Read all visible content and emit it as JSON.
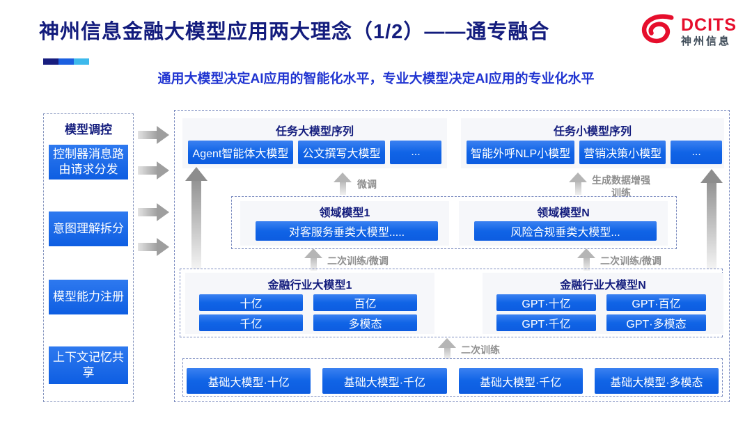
{
  "header": {
    "title": "神州信息金融大模型应用两大理念（1/2）——通专融合",
    "subtitle": "通用大模型决定AI应用的智能化水平，专业大模型决定AI应用的专业化水平",
    "logo": {
      "brand": "DCITS",
      "brand_cn": "神州信息"
    }
  },
  "sidebar": {
    "title": "模型调控",
    "items": [
      "控制器消息路由请求分发",
      "意图理解拆分",
      "模型能力注册",
      "上下文记忆共享"
    ]
  },
  "flow": {
    "task_large": {
      "title": "任务大模型序列",
      "items": [
        "Agent智能体大模型",
        "公文撰写大模型",
        "..."
      ]
    },
    "task_small": {
      "title": "任务小模型序列",
      "items": [
        "智能外呼NLP小模型",
        "营销决策小模型",
        "..."
      ]
    },
    "labels": {
      "finetune": "微调",
      "augment": "生成数据增强训练",
      "retrain_finetune": "二次训练/微调",
      "retrain": "二次训练"
    },
    "domain_left": {
      "title": "领域模型1",
      "item": "对客服务垂类大模型....."
    },
    "domain_right": {
      "title": "领域模型N",
      "item": "风险合规垂类大模型..."
    },
    "industry_left": {
      "title": "金融行业大模型1",
      "items": [
        "十亿",
        "百亿",
        "千亿",
        "多模态"
      ]
    },
    "industry_right": {
      "title": "金融行业大模型N",
      "items": [
        "GPT·十亿",
        "GPT·百亿",
        "GPT·千亿",
        "GPT·多模态"
      ]
    },
    "base_models": [
      "基础大模型·十亿",
      "基础大模型·千亿",
      "基础大模型·千亿",
      "基础大模型·多模态"
    ]
  },
  "colors": {
    "accent_navy": "#181d7e",
    "accent_blue": "#1b5fe0",
    "accent_cyan": "#3db9ec",
    "button_blue": "#1063e5",
    "title_navy": "#131c7d",
    "subtitle_blue": "#2135d1",
    "brand_red": "#e60e2c",
    "arrow_gray": "#9e9e9e"
  }
}
